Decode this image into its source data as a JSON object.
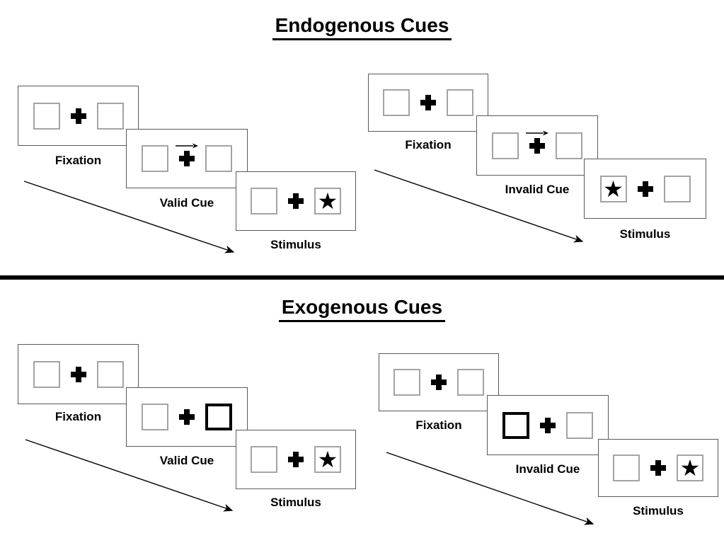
{
  "colors": {
    "background": "#ffffff",
    "ink": "#000000",
    "panel_border": "#595959",
    "box_border": "#a3a3a3",
    "cue_box_border": "#000000",
    "divider": "#000000"
  },
  "icons": {
    "fixation_cross": "plus-icon",
    "target": "star-icon",
    "star_glyph": "★",
    "endogenous_cue": "right-arrow-icon",
    "exogenous_cue": "bold-box-highlight"
  },
  "sections": [
    {
      "title": "Endogenous Cues",
      "sequences": [
        {
          "name": "valid",
          "panels": [
            {
              "label": "Fixation",
              "cue": "none",
              "left_glyph": "",
              "right_glyph": ""
            },
            {
              "label": "Valid Cue",
              "cue": "arrow-right",
              "left_glyph": "",
              "right_glyph": ""
            },
            {
              "label": "Stimulus",
              "cue": "none",
              "left_glyph": "",
              "right_glyph": "★"
            }
          ]
        },
        {
          "name": "invalid",
          "panels": [
            {
              "label": "Fixation",
              "cue": "none",
              "left_glyph": "",
              "right_glyph": ""
            },
            {
              "label": "Invalid Cue",
              "cue": "arrow-right",
              "left_glyph": "",
              "right_glyph": ""
            },
            {
              "label": "Stimulus",
              "cue": "none",
              "left_glyph": "★",
              "right_glyph": ""
            }
          ]
        }
      ]
    },
    {
      "title": "Exogenous Cues",
      "sequences": [
        {
          "name": "valid",
          "panels": [
            {
              "label": "Fixation",
              "cue": "none",
              "left_glyph": "",
              "right_glyph": ""
            },
            {
              "label": "Valid Cue",
              "cue": "highlight-right",
              "left_glyph": "",
              "right_glyph": ""
            },
            {
              "label": "Stimulus",
              "cue": "none",
              "left_glyph": "",
              "right_glyph": "★"
            }
          ]
        },
        {
          "name": "invalid",
          "panels": [
            {
              "label": "Fixation",
              "cue": "none",
              "left_glyph": "",
              "right_glyph": ""
            },
            {
              "label": "Invalid Cue",
              "cue": "highlight-left",
              "left_glyph": "",
              "right_glyph": ""
            },
            {
              "label": "Stimulus",
              "cue": "none",
              "left_glyph": "",
              "right_glyph": "★"
            }
          ]
        }
      ]
    }
  ]
}
